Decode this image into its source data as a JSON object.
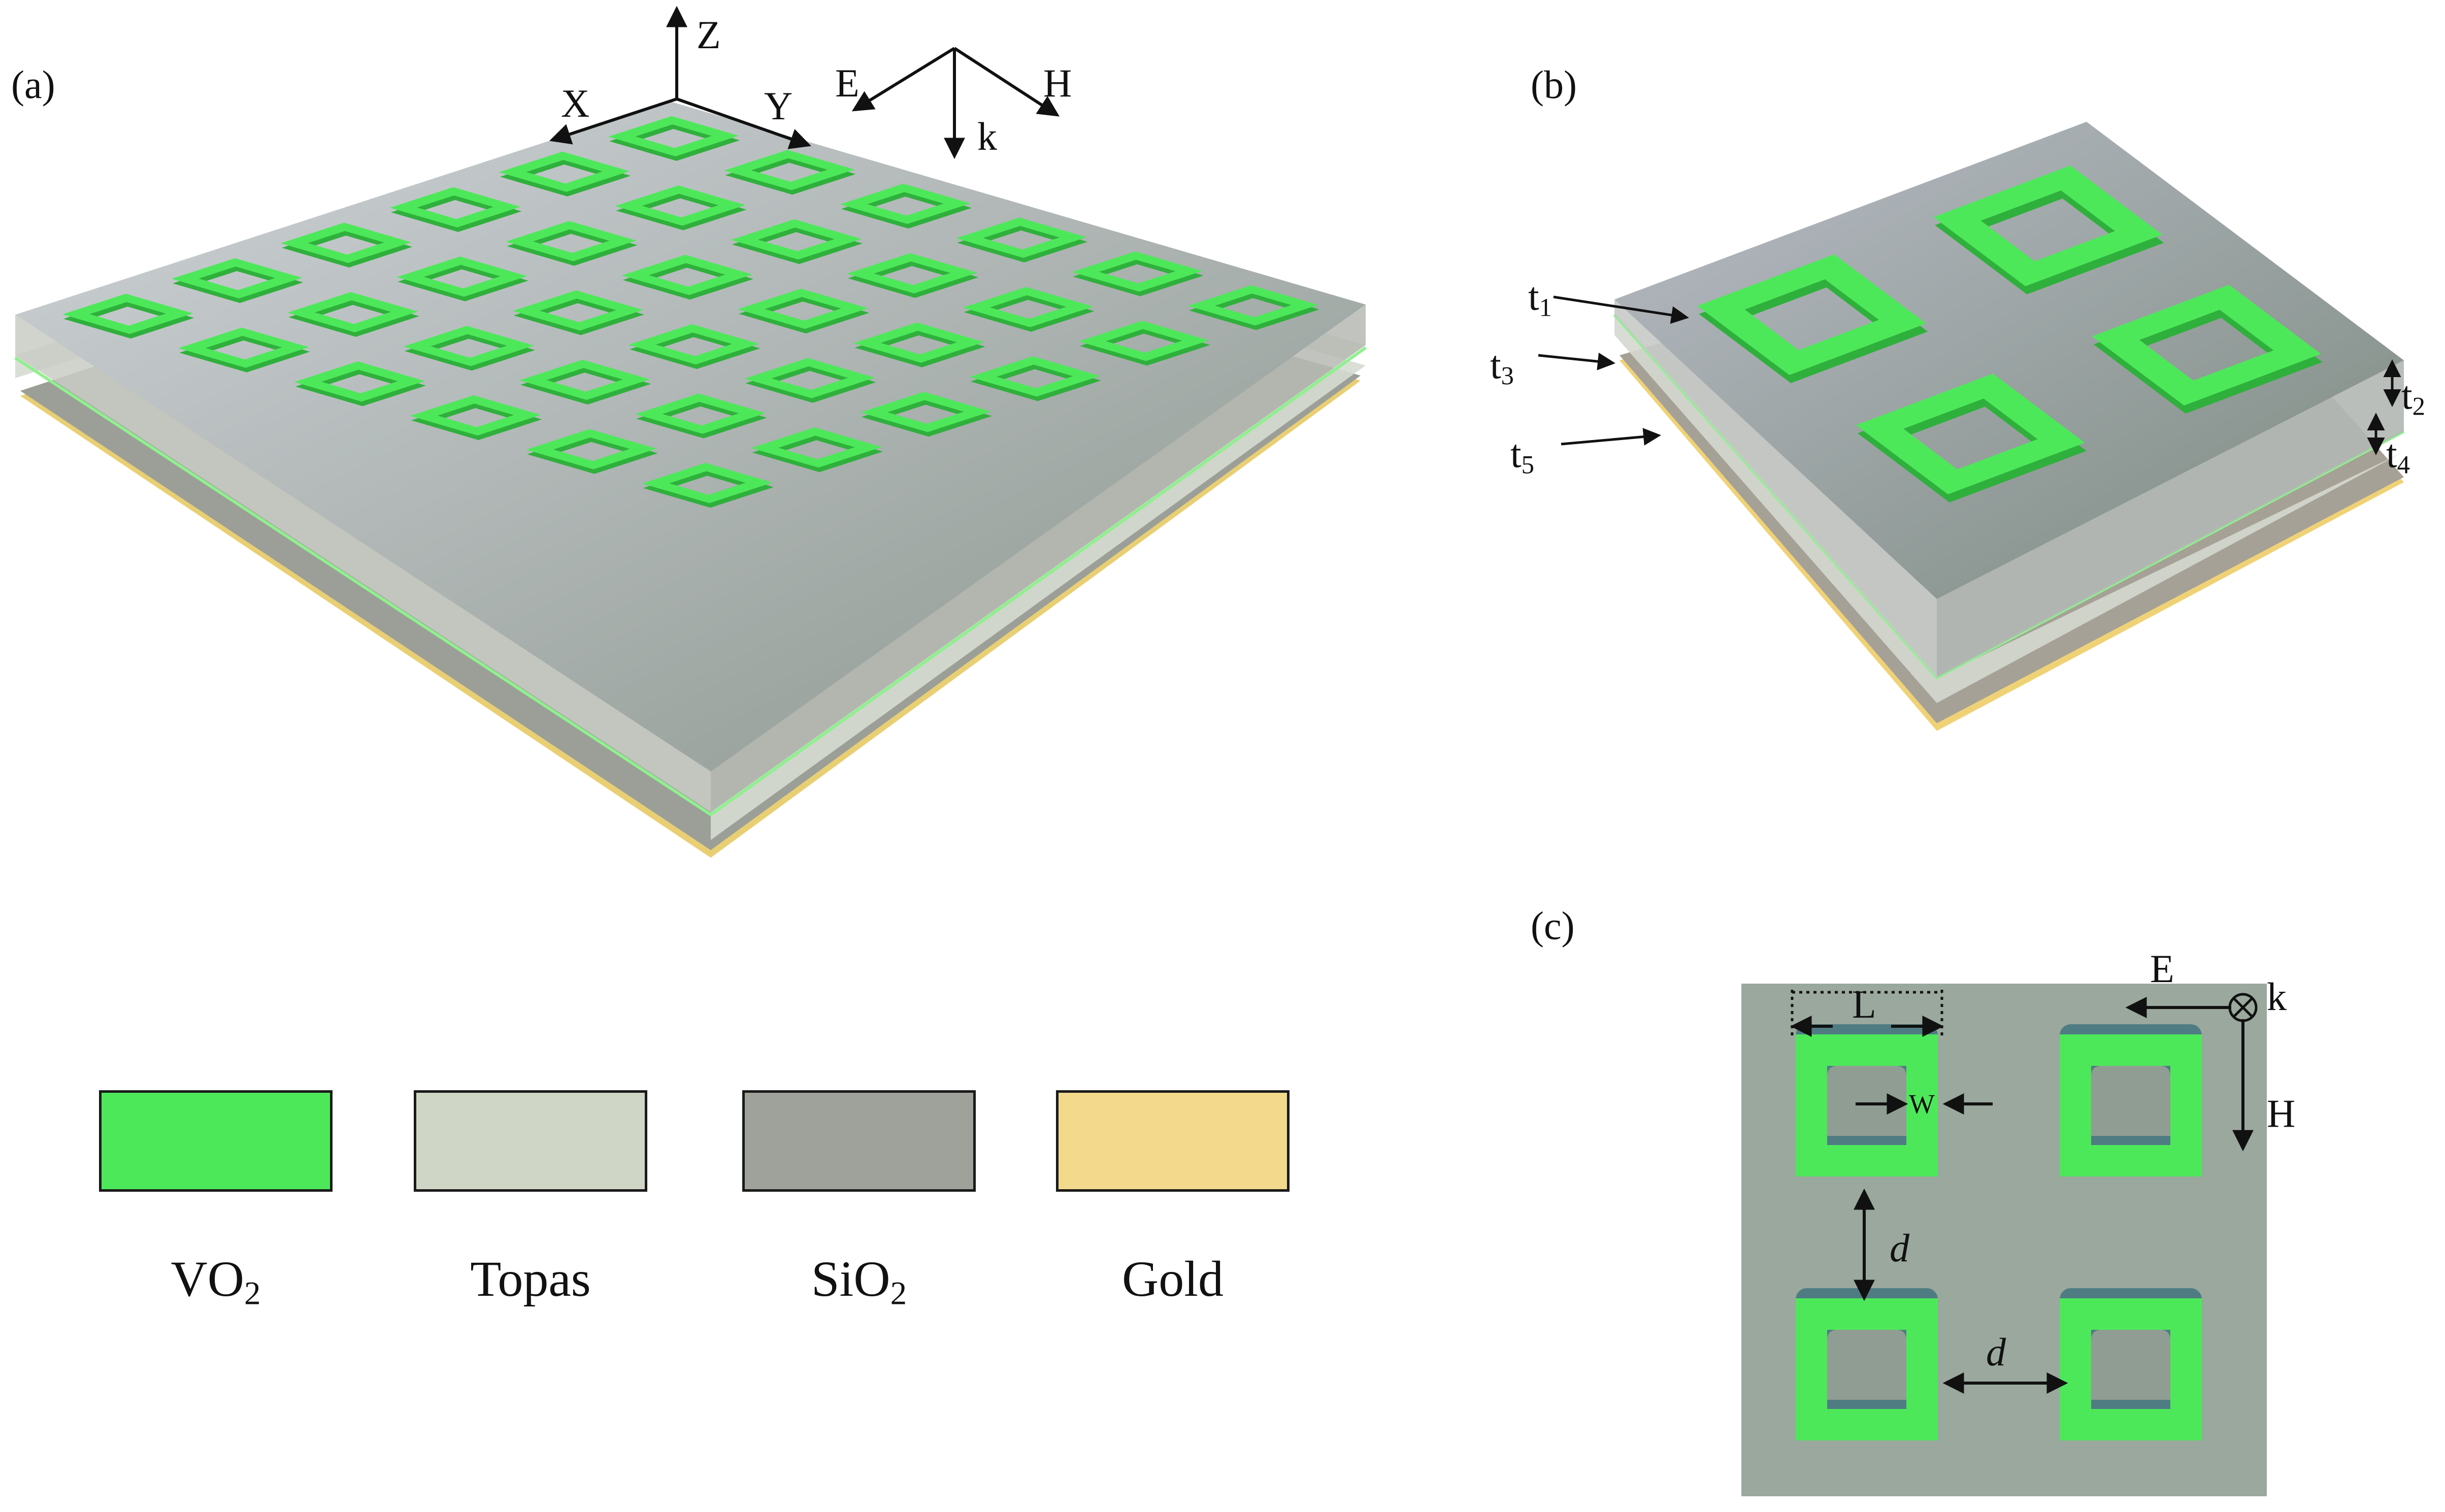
{
  "panels": {
    "a": "(a)",
    "b": "(b)",
    "c": "(c)"
  },
  "axes": {
    "z": "Z",
    "x": "X",
    "y": "Y"
  },
  "field": {
    "e": "E",
    "h": "H",
    "k": "k"
  },
  "layers": [
    {
      "name": "VO",
      "sub": "2",
      "color": "#4de85a"
    },
    {
      "name": "Topas",
      "sub": "",
      "color": "#cfd6c6"
    },
    {
      "name": "SiO",
      "sub": "2",
      "color": "#9fa29b"
    },
    {
      "name": "Gold",
      "sub": "",
      "color": "#f2d98b"
    }
  ],
  "thickness": {
    "t1": {
      "base": "t",
      "sub": "1"
    },
    "t2": {
      "base": "t",
      "sub": "2"
    },
    "t3": {
      "base": "t",
      "sub": "3"
    },
    "t4": {
      "base": "t",
      "sub": "4"
    },
    "t5": {
      "base": "t",
      "sub": "5"
    }
  },
  "dims": {
    "length": "L",
    "width": "W",
    "gap": "d"
  },
  "colors": {
    "vo2": "#4de85a",
    "vo2_edge": "#2fb03c",
    "topas": "#cfd6c6",
    "sio2": "#9fa29b",
    "gold": "#f2d98b",
    "unit_bg": "#9aa79c"
  },
  "array_a": {
    "rows": 6,
    "cols": 6
  }
}
